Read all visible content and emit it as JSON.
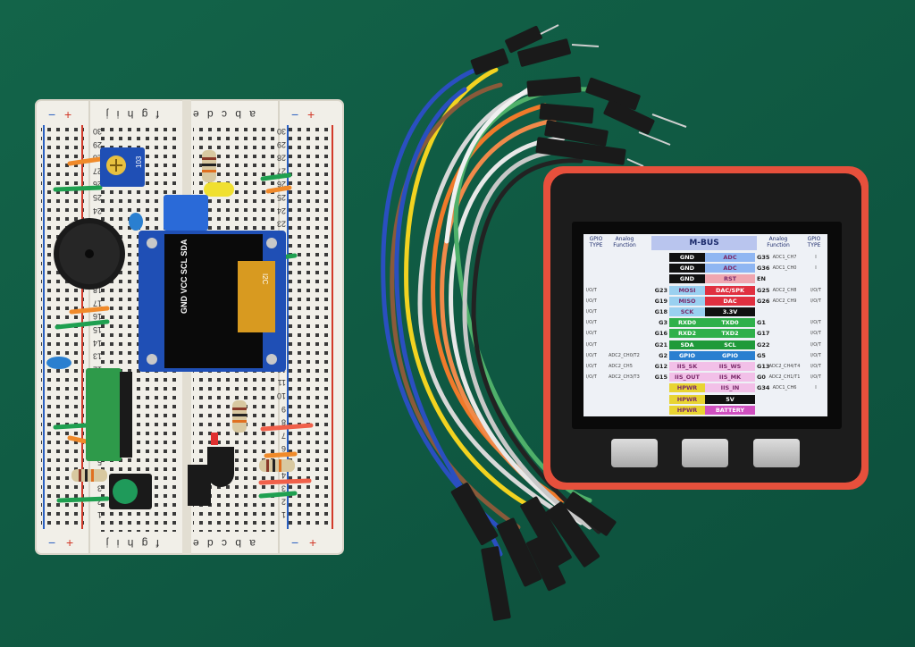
{
  "breadboard": {
    "column_letters_left": "f g h i j",
    "column_letters_right": "a b c d e",
    "row_numbers": [
      "30",
      "29",
      "28",
      "27",
      "26",
      "25",
      "24",
      "23",
      "22",
      "21",
      "20",
      "19",
      "18",
      "17",
      "16",
      "15",
      "14",
      "13",
      "12",
      "11",
      "10",
      "9",
      "8",
      "7",
      "6",
      "5",
      "4",
      "3",
      "2",
      "1"
    ],
    "rail_plus": "+",
    "rail_minus": "−"
  },
  "oled": {
    "pin_labels": "GND VCC SCL SDA",
    "badge": "I2C"
  },
  "pot": {
    "label": "103"
  },
  "device": {
    "screen_title": "M-BUS",
    "header_left": [
      "GPIO",
      "TYPE"
    ],
    "header_left2": [
      "Analog",
      "Function"
    ],
    "header_right": [
      "Analog",
      "Function"
    ],
    "header_right2": [
      "GPIO",
      "TYPE"
    ],
    "rows": [
      {
        "ltype": "",
        "lfunc": "",
        "lpin": "",
        "lname": "GND",
        "lcolor": "#111111",
        "rname": "ADC",
        "rcolor": "#8fb6f2",
        "rpin": "G35",
        "rfunc": "ADC1_CH7",
        "rtype": "I"
      },
      {
        "ltype": "",
        "lfunc": "",
        "lpin": "",
        "lname": "GND",
        "lcolor": "#111111",
        "rname": "ADC",
        "rcolor": "#8fb6f2",
        "rpin": "G36",
        "rfunc": "ADC1_CH0",
        "rtype": "I"
      },
      {
        "ltype": "",
        "lfunc": "",
        "lpin": "",
        "lname": "GND",
        "lcolor": "#111111",
        "rname": "RST",
        "rcolor": "#f0a6b0",
        "rpin": "EN",
        "rfunc": "",
        "rtype": ""
      },
      {
        "ltype": "I/O/T",
        "lfunc": "",
        "lpin": "G23",
        "lname": "MOSI",
        "lcolor": "#9ad0f0",
        "rname": "DAC/SPK",
        "rcolor": "#e03040",
        "rpin": "G25",
        "rfunc": "ADC2_CH8",
        "rtype": "I/O/T"
      },
      {
        "ltype": "I/O/T",
        "lfunc": "",
        "lpin": "G19",
        "lname": "MISO",
        "lcolor": "#9ad0f0",
        "rname": "DAC",
        "rcolor": "#e03040",
        "rpin": "G26",
        "rfunc": "ADC2_CH9",
        "rtype": "I/O/T"
      },
      {
        "ltype": "I/O/T",
        "lfunc": "",
        "lpin": "G18",
        "lname": "SCK",
        "lcolor": "#9ad0f0",
        "rname": "3.3V",
        "rcolor": "#111111",
        "rpin": "",
        "rfunc": "",
        "rtype": ""
      },
      {
        "ltype": "I/O/T",
        "lfunc": "",
        "lpin": "G3",
        "lname": "RXD0",
        "lcolor": "#2fb04a",
        "rname": "TXD0",
        "rcolor": "#2fb04a",
        "rpin": "G1",
        "rfunc": "",
        "rtype": "I/O/T"
      },
      {
        "ltype": "I/O/T",
        "lfunc": "",
        "lpin": "G16",
        "lname": "RXD2",
        "lcolor": "#2fb04a",
        "rname": "TXD2",
        "rcolor": "#2fb04a",
        "rpin": "G17",
        "rfunc": "",
        "rtype": "I/O/T"
      },
      {
        "ltype": "I/O/T",
        "lfunc": "",
        "lpin": "G21",
        "lname": "SDA",
        "lcolor": "#1f9a3a",
        "rname": "SCL",
        "rcolor": "#1f9a3a",
        "rpin": "G22",
        "rfunc": "",
        "rtype": "I/O/T"
      },
      {
        "ltype": "I/O/T",
        "lfunc": "ADC2_CH0/T2",
        "lpin": "G2",
        "lname": "GPIO",
        "lcolor": "#2a7fd0",
        "rname": "GPIO",
        "rcolor": "#2a7fd0",
        "rpin": "G5",
        "rfunc": "",
        "rtype": "I/O/T"
      },
      {
        "ltype": "I/O/T",
        "lfunc": "ADC2_CH5",
        "lpin": "G12",
        "lname": "IIS_SK",
        "lcolor": "#f2c0e8",
        "rname": "IIS_WS",
        "rcolor": "#f2c0e8",
        "rpin": "G13",
        "rfunc": "ADC2_CH4/T4",
        "rtype": "I/O/T"
      },
      {
        "ltype": "I/O/T",
        "lfunc": "ADC2_CH3/T3",
        "lpin": "G15",
        "lname": "IIS_OUT",
        "lcolor": "#f2c0e8",
        "rname": "IIS_MK",
        "rcolor": "#f2c0e8",
        "rpin": "G0",
        "rfunc": "ADC2_CH1/T1",
        "rtype": "I/O/T"
      },
      {
        "ltype": "",
        "lfunc": "",
        "lpin": "",
        "lname": "HPWR",
        "lcolor": "#e8d432",
        "rname": "IIS_IN",
        "rcolor": "#f2c0e8",
        "rpin": "G34",
        "rfunc": "ADC1_CH6",
        "rtype": "I"
      },
      {
        "ltype": "",
        "lfunc": "",
        "lpin": "",
        "lname": "HPWR",
        "lcolor": "#e8d432",
        "rname": "5V",
        "rcolor": "#111111",
        "rpin": "",
        "rfunc": "",
        "rtype": ""
      },
      {
        "ltype": "",
        "lfunc": "",
        "lpin": "",
        "lname": "HPWR",
        "lcolor": "#e8d432",
        "rname": "BATTERY",
        "rcolor": "#d050c0",
        "rpin": "",
        "rfunc": "",
        "rtype": ""
      }
    ]
  },
  "colors": {
    "table_green": "#0f5a44",
    "breadboard": "#f1efe8",
    "case": "#e6503c",
    "oled_pcb": "#1f4fb5"
  }
}
